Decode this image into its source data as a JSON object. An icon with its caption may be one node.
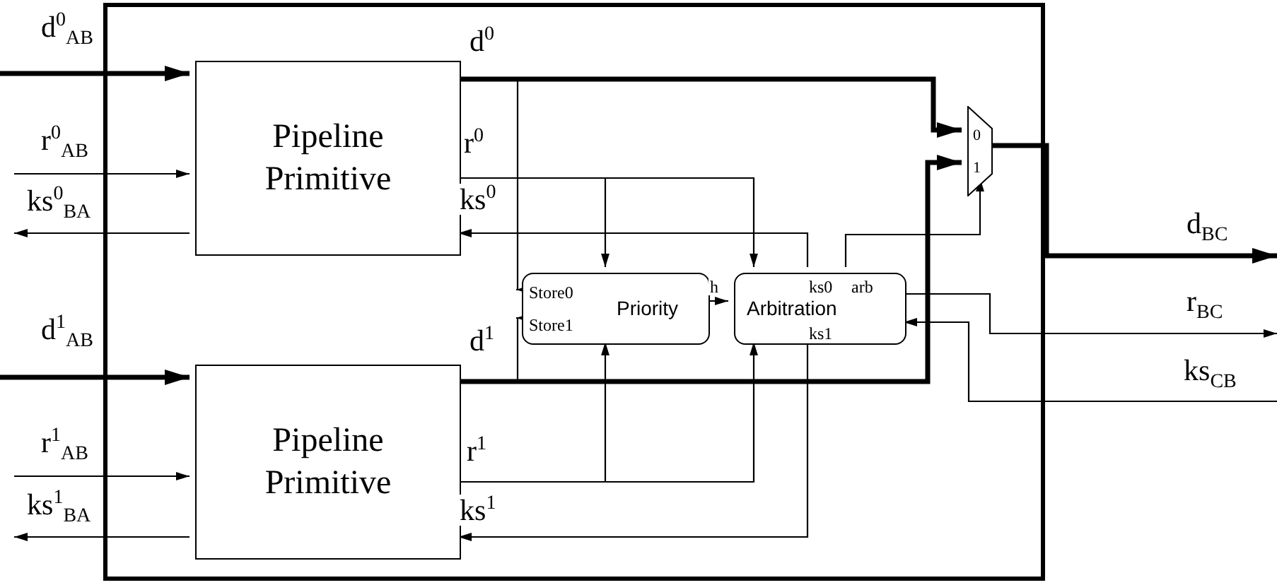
{
  "diagram": {
    "nodes": [
      {
        "text": [],
        "shape": "box"
      },
      {
        "text": [
          "Pipeline Primitive"
        ],
        "in": 0
      },
      {
        "text": [
          "Pipeline Primitive"
        ],
        "in": 0
      },
      {
        "text": [
          "Store0",
          "Priority",
          "Store1"
        ],
        "in": 0
      },
      {
        "text": [
          "ks0",
          "arb",
          "Arbitration",
          "ks1"
        ],
        "in": 0
      },
      {
        "text": [
          "0",
          "1"
        ],
        "in": 0
      }
    ],
    "edges": [
      {
        "from": null,
        "to": 1,
        "arrow": "to",
        "style": "thick",
        "label": "d$^{0}$$_{AB}$"
      },
      {
        "from": null,
        "to": 1,
        "arrow": "to",
        "label": "r$^{0}$$_{AB}$"
      },
      {
        "from": 1,
        "to": null,
        "arrow": "to",
        "label": "ks$^{0}$$_{BA}$"
      },
      {
        "from": null,
        "to": 2,
        "arrow": "to",
        "style": "thick",
        "label": "d$^{1}$$_{AB}$"
      },
      {
        "from": null,
        "to": 2,
        "arrow": "to",
        "label": "r$^{1}$$_{AB}$"
      },
      {
        "from": 2,
        "to": null,
        "arrow": "to",
        "label": "ks$^{1}$$_{BA}$"
      },
      {
        "from": 1,
        "to": 5,
        "arrow": "to",
        "style": "thick",
        "label": "d$^{0}$"
      },
      {
        "from": 1,
        "to": 3,
        "arrow": "to"
      },
      {
        "from": 1,
        "to": 3,
        "arrow": "to",
        "label": "r$^{0}$"
      },
      {
        "from": 1,
        "to": 4,
        "arrow": "to"
      },
      {
        "from": 4,
        "to": 1,
        "arrow": "to",
        "label": "ks$^{0}$"
      },
      {
        "from": 2,
        "to": 5,
        "arrow": "to",
        "style": "thick",
        "label": "d$^{1}$"
      },
      {
        "from": 2,
        "to": 3,
        "arrow": "to"
      },
      {
        "from": 2,
        "to": 3,
        "arrow": "to",
        "label": "r$^{1}$"
      },
      {
        "from": 2,
        "to": 4,
        "arrow": "to"
      },
      {
        "from": 4,
        "to": 2,
        "arrow": "to",
        "label": "ks$^{1}$"
      },
      {
        "from": 3,
        "to": 4,
        "arrow": "to",
        "label": "h"
      },
      {
        "from": 4,
        "to": 5,
        "arrow": "to"
      },
      {
        "from": 5,
        "to": null,
        "arrow": "to",
        "style": "thick",
        "label": "d$_{BC}$"
      },
      {
        "from": 4,
        "to": null,
        "arrow": "to",
        "label": "r$_{BC}$"
      },
      {
        "from": null,
        "to": 4,
        "arrow": "to",
        "label": "ks$_{CB}$"
      }
    ]
  }
}
